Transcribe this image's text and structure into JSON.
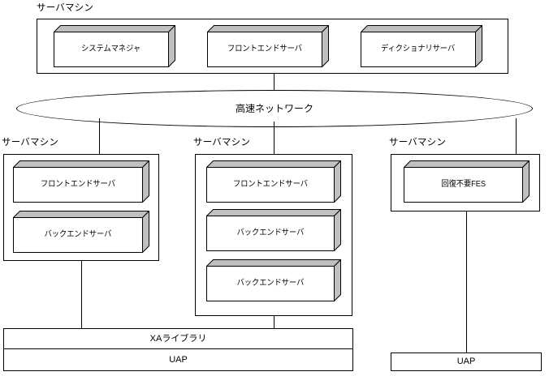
{
  "diagram": {
    "title_label": "サーバマシン",
    "network": {
      "label": "高速ネットワーク"
    },
    "top_machine": {
      "label": "サーバマシン",
      "servers": [
        {
          "name": "システムマネジャ"
        },
        {
          "name": "フロントエンドサーバ"
        },
        {
          "name": "ディクショナリサーバ"
        }
      ]
    },
    "machines": [
      {
        "label": "サーバマシン",
        "servers": [
          {
            "name": "フロントエンドサーバ"
          },
          {
            "name": "バックエンドサーバ"
          }
        ]
      },
      {
        "label": "サーバマシン",
        "servers": [
          {
            "name": "フロントエンドサーバ"
          },
          {
            "name": "バックエンドサーバ"
          },
          {
            "name": "バックエンドサーバ"
          }
        ]
      },
      {
        "label": "サーバマシン",
        "servers": [
          {
            "name": "回復不要FES"
          }
        ]
      }
    ],
    "bottom": {
      "xa_library": "XAライブラリ",
      "uap_left": "UAP",
      "uap_right": "UAP"
    },
    "colors": {
      "line": "#000000",
      "box_face": "#ffffff",
      "box_shade": "#c0c0c0",
      "background": "#ffffff"
    }
  }
}
